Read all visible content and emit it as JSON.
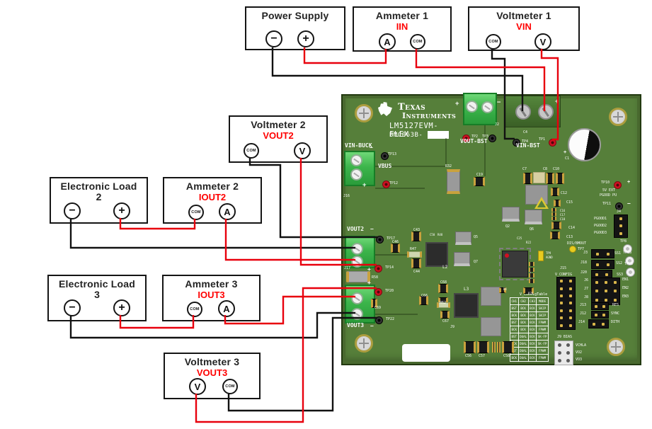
{
  "instruments": {
    "power_supply": {
      "title": "Power Supply",
      "terminals": {
        "left": "−",
        "right": "+"
      }
    },
    "ammeter1": {
      "title": "Ammeter 1",
      "measure": "IIN",
      "terminals": {
        "left": "A",
        "right": "COM"
      }
    },
    "voltmeter1": {
      "title": "Voltmeter 1",
      "measure": "VIN",
      "terminals": {
        "left": "COM",
        "right": "V"
      }
    },
    "voltmeter2": {
      "title": "Voltmeter 2",
      "measure": "VOUT2",
      "terminals": {
        "left": "COM",
        "right": "V"
      }
    },
    "eload2": {
      "title": "Electronic Load",
      "number": "2",
      "terminals": {
        "left": "−",
        "right": "+"
      }
    },
    "ammeter2": {
      "title": "Ammeter 2",
      "measure": "IOUT2",
      "terminals": {
        "left": "COM",
        "right": "A"
      }
    },
    "eload3": {
      "title": "Electronic Load",
      "number": "3",
      "terminals": {
        "left": "−",
        "right": "+"
      }
    },
    "ammeter3": {
      "title": "Ammeter 3",
      "measure": "IOUT3",
      "terminals": {
        "left": "COM",
        "right": "A"
      }
    },
    "voltmeter3": {
      "title": "Voltmeter 3",
      "measure": "VOUT3",
      "terminals": {
        "left": "V",
        "right": "COM"
      }
    }
  },
  "board": {
    "brand_top": "Texas",
    "brand_bottom": "Instruments",
    "model": "LM5127EVM-FLEX",
    "part_number": "BMC063B-",
    "config_table": {
      "title": "V_ConfigTable",
      "headers": [
        "CH1",
        "CH2",
        "CH3",
        "MODE"
      ],
      "rows": [
        [
          "BST",
          "BCK",
          "BCK",
          "SKIP"
        ],
        [
          "BCK",
          "BCK",
          "BCK",
          "SKIP"
        ],
        [
          "BST",
          "BCK",
          "BCK",
          "FPWM"
        ],
        [
          "BCK",
          "BCK",
          "BCK",
          "FPWM"
        ],
        [
          "BST",
          "DUAL",
          "BCK",
          "SK-FP"
        ],
        [
          "BCK",
          "DUAL",
          "BCK",
          "SK-FP"
        ],
        [
          "BST",
          "DUAL",
          "BCK",
          "FPWM"
        ],
        [
          "BCK",
          "DUAL",
          "BCK",
          "FPWM"
        ]
      ]
    },
    "silkscreen": [
      [
        "VIN-BUCK",
        3,
        67,
        8,
        1
      ],
      [
        "VOUT-BST",
        166,
        61,
        8,
        1
      ],
      [
        "VIN-BST",
        245,
        67,
        8,
        1
      ],
      [
        "VOUT2",
        6,
        185,
        8,
        1
      ],
      [
        "VOUT3",
        6,
        321,
        8,
        1
      ],
      [
        "VBUS",
        50,
        96,
        8,
        1
      ],
      [
        "−",
        38,
        70,
        8,
        1
      ],
      [
        "+",
        28,
        123,
        9,
        1
      ],
      [
        "+",
        159,
        8,
        9,
        1
      ],
      [
        "−",
        218,
        6,
        9,
        1
      ],
      [
        "+",
        300,
        5,
        9,
        1
      ],
      [
        "−",
        39,
        185,
        8,
        1
      ],
      [
        "+",
        35,
        242,
        8,
        1
      ],
      [
        "+",
        35,
        261,
        8,
        1
      ],
      [
        "−",
        39,
        322,
        8,
        1
      ],
      [
        "+",
        312,
        77,
        7,
        1
      ],
      [
        "+",
        402,
        119,
        7,
        1
      ],
      [
        "−",
        402,
        149,
        8,
        1
      ],
      [
        "TP13",
        64,
        81
      ],
      [
        "TP12",
        66,
        122
      ],
      [
        "J16",
        1,
        140
      ],
      [
        "TP2",
        182,
        56
      ],
      [
        "TP3",
        197,
        56
      ],
      [
        "J2",
        215,
        39
      ],
      [
        "C4",
        255,
        50
      ],
      [
        "TP4",
        253,
        63
      ],
      [
        "TP1",
        277,
        60
      ],
      [
        "C1",
        314,
        87
      ],
      [
        "R32",
        145,
        98
      ],
      [
        "C19",
        189,
        110
      ],
      [
        "C7",
        254,
        102
      ],
      [
        "C8",
        283,
        102
      ],
      [
        "C10",
        297,
        102
      ],
      [
        "C12",
        308,
        136
      ],
      [
        "C15",
        316,
        149
      ],
      [
        "C16",
        307,
        161,
        4
      ],
      [
        "C17",
        307,
        167,
        4
      ],
      [
        "C18",
        307,
        173,
        4
      ],
      [
        "C14",
        319,
        185
      ],
      [
        "C13",
        316,
        198
      ],
      [
        "TP10",
        365,
        121
      ],
      [
        "5V EXT",
        367,
        132
      ],
      [
        "PGOOD PU",
        363,
        139
      ],
      [
        "TP11",
        367,
        151
      ],
      [
        "J4",
        387,
        162
      ],
      [
        "PGOOD1",
        355,
        172
      ],
      [
        "PGOOD2",
        355,
        182
      ],
      [
        "PGOOD3",
        355,
        192
      ],
      [
        "C43",
        100,
        188
      ],
      [
        "C46",
        70,
        205
      ],
      [
        "R47",
        95,
        215
      ],
      [
        "C44",
        100,
        247
      ],
      [
        "C50",
        123,
        195,
        4
      ],
      [
        "R48",
        134,
        195,
        4
      ],
      [
        "Q5",
        185,
        198
      ],
      [
        "Q7",
        185,
        233
      ],
      [
        "L2",
        141,
        240,
        6
      ],
      [
        "Q2",
        230,
        183
      ],
      [
        "Q6",
        264,
        187
      ],
      [
        "C25",
        246,
        200,
        4
      ],
      [
        "R22",
        259,
        206,
        4
      ],
      [
        "TP9",
        287,
        221,
        4
      ],
      [
        "AGND",
        287,
        227,
        4
      ],
      [
        "DIS/BMOUT",
        317,
        207
      ],
      [
        "TP7",
        332,
        215
      ],
      [
        "C68",
        138,
        262
      ],
      [
        "C66",
        111,
        281
      ],
      [
        "R62",
        137,
        291
      ],
      [
        "L3",
        171,
        271,
        6
      ],
      [
        "C67",
        141,
        317
      ],
      [
        "D4",
        227,
        272,
        4
      ],
      [
        "R20",
        262,
        278,
        4
      ],
      [
        "C56",
        173,
        366
      ],
      [
        "C57",
        192,
        366
      ],
      [
        "C58",
        227,
        366
      ],
      [
        "J9",
        152,
        325
      ],
      [
        "J15",
        307,
        242
      ],
      [
        "V_CONFIG",
        300,
        251
      ],
      [
        "J3",
        340,
        220
      ],
      [
        "TP8",
        392,
        204
      ],
      [
        "SS1",
        384,
        221
      ],
      [
        "J18",
        336,
        234
      ],
      [
        "TP18",
        396,
        220
      ],
      [
        "SS2",
        386,
        235
      ],
      [
        "J20",
        336,
        248
      ],
      [
        "TP23",
        398,
        236
      ],
      [
        "SS3",
        387,
        251
      ],
      [
        "J6",
        341,
        259
      ],
      [
        "J7",
        341,
        271
      ],
      [
        "J8",
        341,
        283
      ],
      [
        "EN1",
        395,
        258
      ],
      [
        "EN2",
        395,
        270
      ],
      [
        "EN3",
        395,
        282
      ],
      [
        "J13",
        335,
        294
      ],
      [
        "RES",
        381,
        294
      ],
      [
        "J12",
        335,
        306
      ],
      [
        "SYNC",
        379,
        306
      ],
      [
        "J14",
        333,
        318
      ],
      [
        "DITH",
        379,
        318
      ],
      [
        "J9 BIAS",
        303,
        339
      ],
      [
        "VCHLA",
        329,
        351
      ],
      [
        "VO2",
        329,
        361
      ],
      [
        "VO3",
        329,
        371
      ],
      [
        "J17",
        2,
        242
      ],
      [
        "R58",
        41,
        255
      ],
      [
        "C69",
        45,
        298
      ],
      [
        "TP17",
        62,
        200
      ],
      [
        "TP14",
        60,
        241
      ],
      [
        "TP20",
        60,
        274
      ],
      [
        "TP22",
        61,
        314
      ]
    ],
    "parts": [
      [
        "hole",
        17,
        12,
        26,
        26
      ],
      [
        "hole",
        376,
        17,
        26,
        26
      ],
      [
        "hole",
        17,
        337,
        26,
        26
      ],
      [
        "hole",
        373,
        342,
        26,
        26
      ],
      [
        "trace",
        46,
        99,
        100,
        2
      ],
      [
        "trace",
        200,
        42,
        2,
        72
      ],
      [
        "trace",
        46,
        224,
        60,
        2
      ],
      [
        "trace",
        46,
        308,
        60,
        2
      ],
      [
        "trace",
        145,
        60,
        2,
        40
      ],
      [
        "trace",
        46,
        130,
        70,
        2
      ],
      [
        "tblock",
        170,
        -4,
        48,
        46
      ],
      [
        "screww",
        174,
        7,
        17,
        17
      ],
      [
        "screww",
        196,
        8,
        17,
        17
      ],
      [
        "vblock",
        228,
        0,
        80,
        45
      ],
      [
        "screwg",
        244,
        12,
        22,
        22
      ],
      [
        "screwg",
        276,
        12,
        22,
        22
      ],
      [
        "tblock",
        2,
        78,
        44,
        50
      ],
      [
        "screww",
        11,
        83,
        17,
        17
      ],
      [
        "screww",
        11,
        103,
        17,
        17
      ],
      [
        "tblock",
        3,
        198,
        43,
        46
      ],
      [
        "screww",
        12,
        208,
        17,
        17
      ],
      [
        "screww",
        12,
        226,
        17,
        17
      ],
      [
        "tblock",
        3,
        267,
        43,
        55
      ],
      [
        "screww",
        12,
        278,
        17,
        17
      ],
      [
        "screww",
        12,
        300,
        17,
        17
      ],
      [
        "bigcap",
        318,
        46,
        47,
        47
      ],
      [
        "tpr",
        169,
        55,
        11,
        11
      ],
      [
        "tpb",
        206,
        55,
        11,
        11
      ],
      [
        "tpb",
        240,
        61,
        11,
        11
      ],
      [
        "tpr",
        291,
        61,
        11,
        11
      ],
      [
        "tpb",
        54,
        80,
        11,
        11
      ],
      [
        "tpr",
        56,
        120,
        11,
        11
      ],
      [
        "tpr",
        383,
        121,
        11,
        11
      ],
      [
        "tpb",
        385,
        151,
        11,
        11
      ],
      [
        "tpb",
        47,
        198,
        11,
        11
      ],
      [
        "tpr",
        45,
        239,
        11,
        11
      ],
      [
        "tpr",
        45,
        272,
        11,
        11
      ],
      [
        "tpb",
        46,
        312,
        11,
        11
      ],
      [
        "tpy",
        320,
        212,
        10,
        10
      ],
      [
        "tpyr",
        276,
        219,
        8,
        15
      ],
      [
        "tpw",
        396,
        210,
        13,
        13
      ],
      [
        "tpw",
        399,
        227,
        13,
        13
      ],
      [
        "tpw",
        400,
        243,
        13,
        13
      ],
      [
        "resv",
        147,
        104,
        19,
        35
      ],
      [
        "cap",
        185,
        115,
        16,
        13
      ],
      [
        "cap",
        255,
        109,
        13,
        16
      ],
      [
        "beige",
        269,
        108,
        17,
        16
      ],
      [
        "cap",
        287,
        109,
        12,
        16
      ],
      [
        "cap",
        301,
        109,
        12,
        16
      ],
      [
        "indg",
        258,
        126,
        32,
        28
      ],
      [
        "cap",
        294,
        130,
        12,
        12
      ],
      [
        "cap",
        298,
        147,
        10,
        10
      ],
      [
        "capt",
        295,
        159,
        7,
        5
      ],
      [
        "capt",
        295,
        165,
        7,
        5
      ],
      [
        "capt",
        295,
        171,
        7,
        5
      ],
      [
        "cap",
        295,
        178,
        14,
        11
      ],
      [
        "cap",
        293,
        192,
        14,
        11
      ],
      [
        "warn",
        271,
        143,
        0,
        0
      ],
      [
        "fet",
        225,
        157,
        25,
        21
      ],
      [
        "fet",
        257,
        161,
        25,
        21
      ],
      [
        "fet",
        159,
        192,
        23,
        19
      ],
      [
        "fet",
        157,
        221,
        23,
        20
      ],
      [
        "cap",
        97,
        192,
        14,
        14
      ],
      [
        "cap",
        68,
        209,
        13,
        13
      ],
      [
        "resg",
        91,
        220,
        21,
        9
      ],
      [
        "cap",
        97,
        230,
        14,
        14
      ],
      [
        "indd",
        117,
        207,
        32,
        35
      ],
      [
        "icm",
        225,
        219,
        37,
        38
      ],
      [
        "capt",
        263,
        235,
        8,
        6
      ],
      [
        "capt",
        263,
        243,
        8,
        6
      ],
      [
        "capt",
        263,
        251,
        8,
        6
      ],
      [
        "capt",
        263,
        259,
        8,
        6
      ],
      [
        "cap",
        135,
        266,
        14,
        13
      ],
      [
        "cap",
        135,
        285,
        14,
        13
      ],
      [
        "cap",
        108,
        283,
        13,
        13
      ],
      [
        "resg",
        133,
        292,
        19,
        8
      ],
      [
        "indd",
        157,
        279,
        35,
        35
      ],
      [
        "cap",
        138,
        304,
        13,
        11
      ],
      [
        "indg",
        195,
        270,
        29,
        27
      ],
      [
        "indg",
        195,
        313,
        29,
        27
      ],
      [
        "cap",
        221,
        271,
        10,
        8
      ],
      [
        "cap",
        255,
        271,
        15,
        9
      ],
      [
        "cap",
        171,
        347,
        17,
        17
      ],
      [
        "cap",
        190,
        347,
        17,
        17
      ],
      [
        "cap",
        225,
        347,
        17,
        17
      ],
      [
        "capt",
        211,
        348,
        5,
        15
      ],
      [
        "capt",
        218,
        348,
        5,
        15
      ],
      [
        "fuse",
        5,
        248,
        34,
        16
      ],
      [
        "cap",
        40,
        287,
        9,
        13
      ],
      [
        "hdr",
        383,
        168,
        20,
        33,
        1,
        3
      ],
      [
        "hdr",
        302,
        256,
        27,
        75,
        2,
        7
      ],
      [
        "hdr",
        351,
        217,
        33,
        13,
        2,
        1
      ],
      [
        "hdr",
        351,
        232,
        33,
        13,
        2,
        1
      ],
      [
        "hdr",
        351,
        246,
        30,
        13,
        2,
        1
      ],
      [
        "hdr",
        351,
        257,
        41,
        39,
        3,
        3
      ],
      [
        "hdr",
        351,
        292,
        25,
        11,
        2,
        1
      ],
      [
        "hdr",
        351,
        304,
        25,
        11,
        2,
        1
      ],
      [
        "hdr",
        347,
        316,
        29,
        13,
        2,
        1
      ],
      [
        "connw",
        299,
        346,
        27,
        35,
        2,
        3
      ],
      [
        "wbox",
        84,
        351,
        68,
        25
      ]
    ]
  },
  "colors": {
    "wire_red": "#e8000d",
    "wire_black": "#111111",
    "board_green": "#567f3a",
    "label_red": "#ff0000",
    "connector_green": "#3cb54b"
  }
}
